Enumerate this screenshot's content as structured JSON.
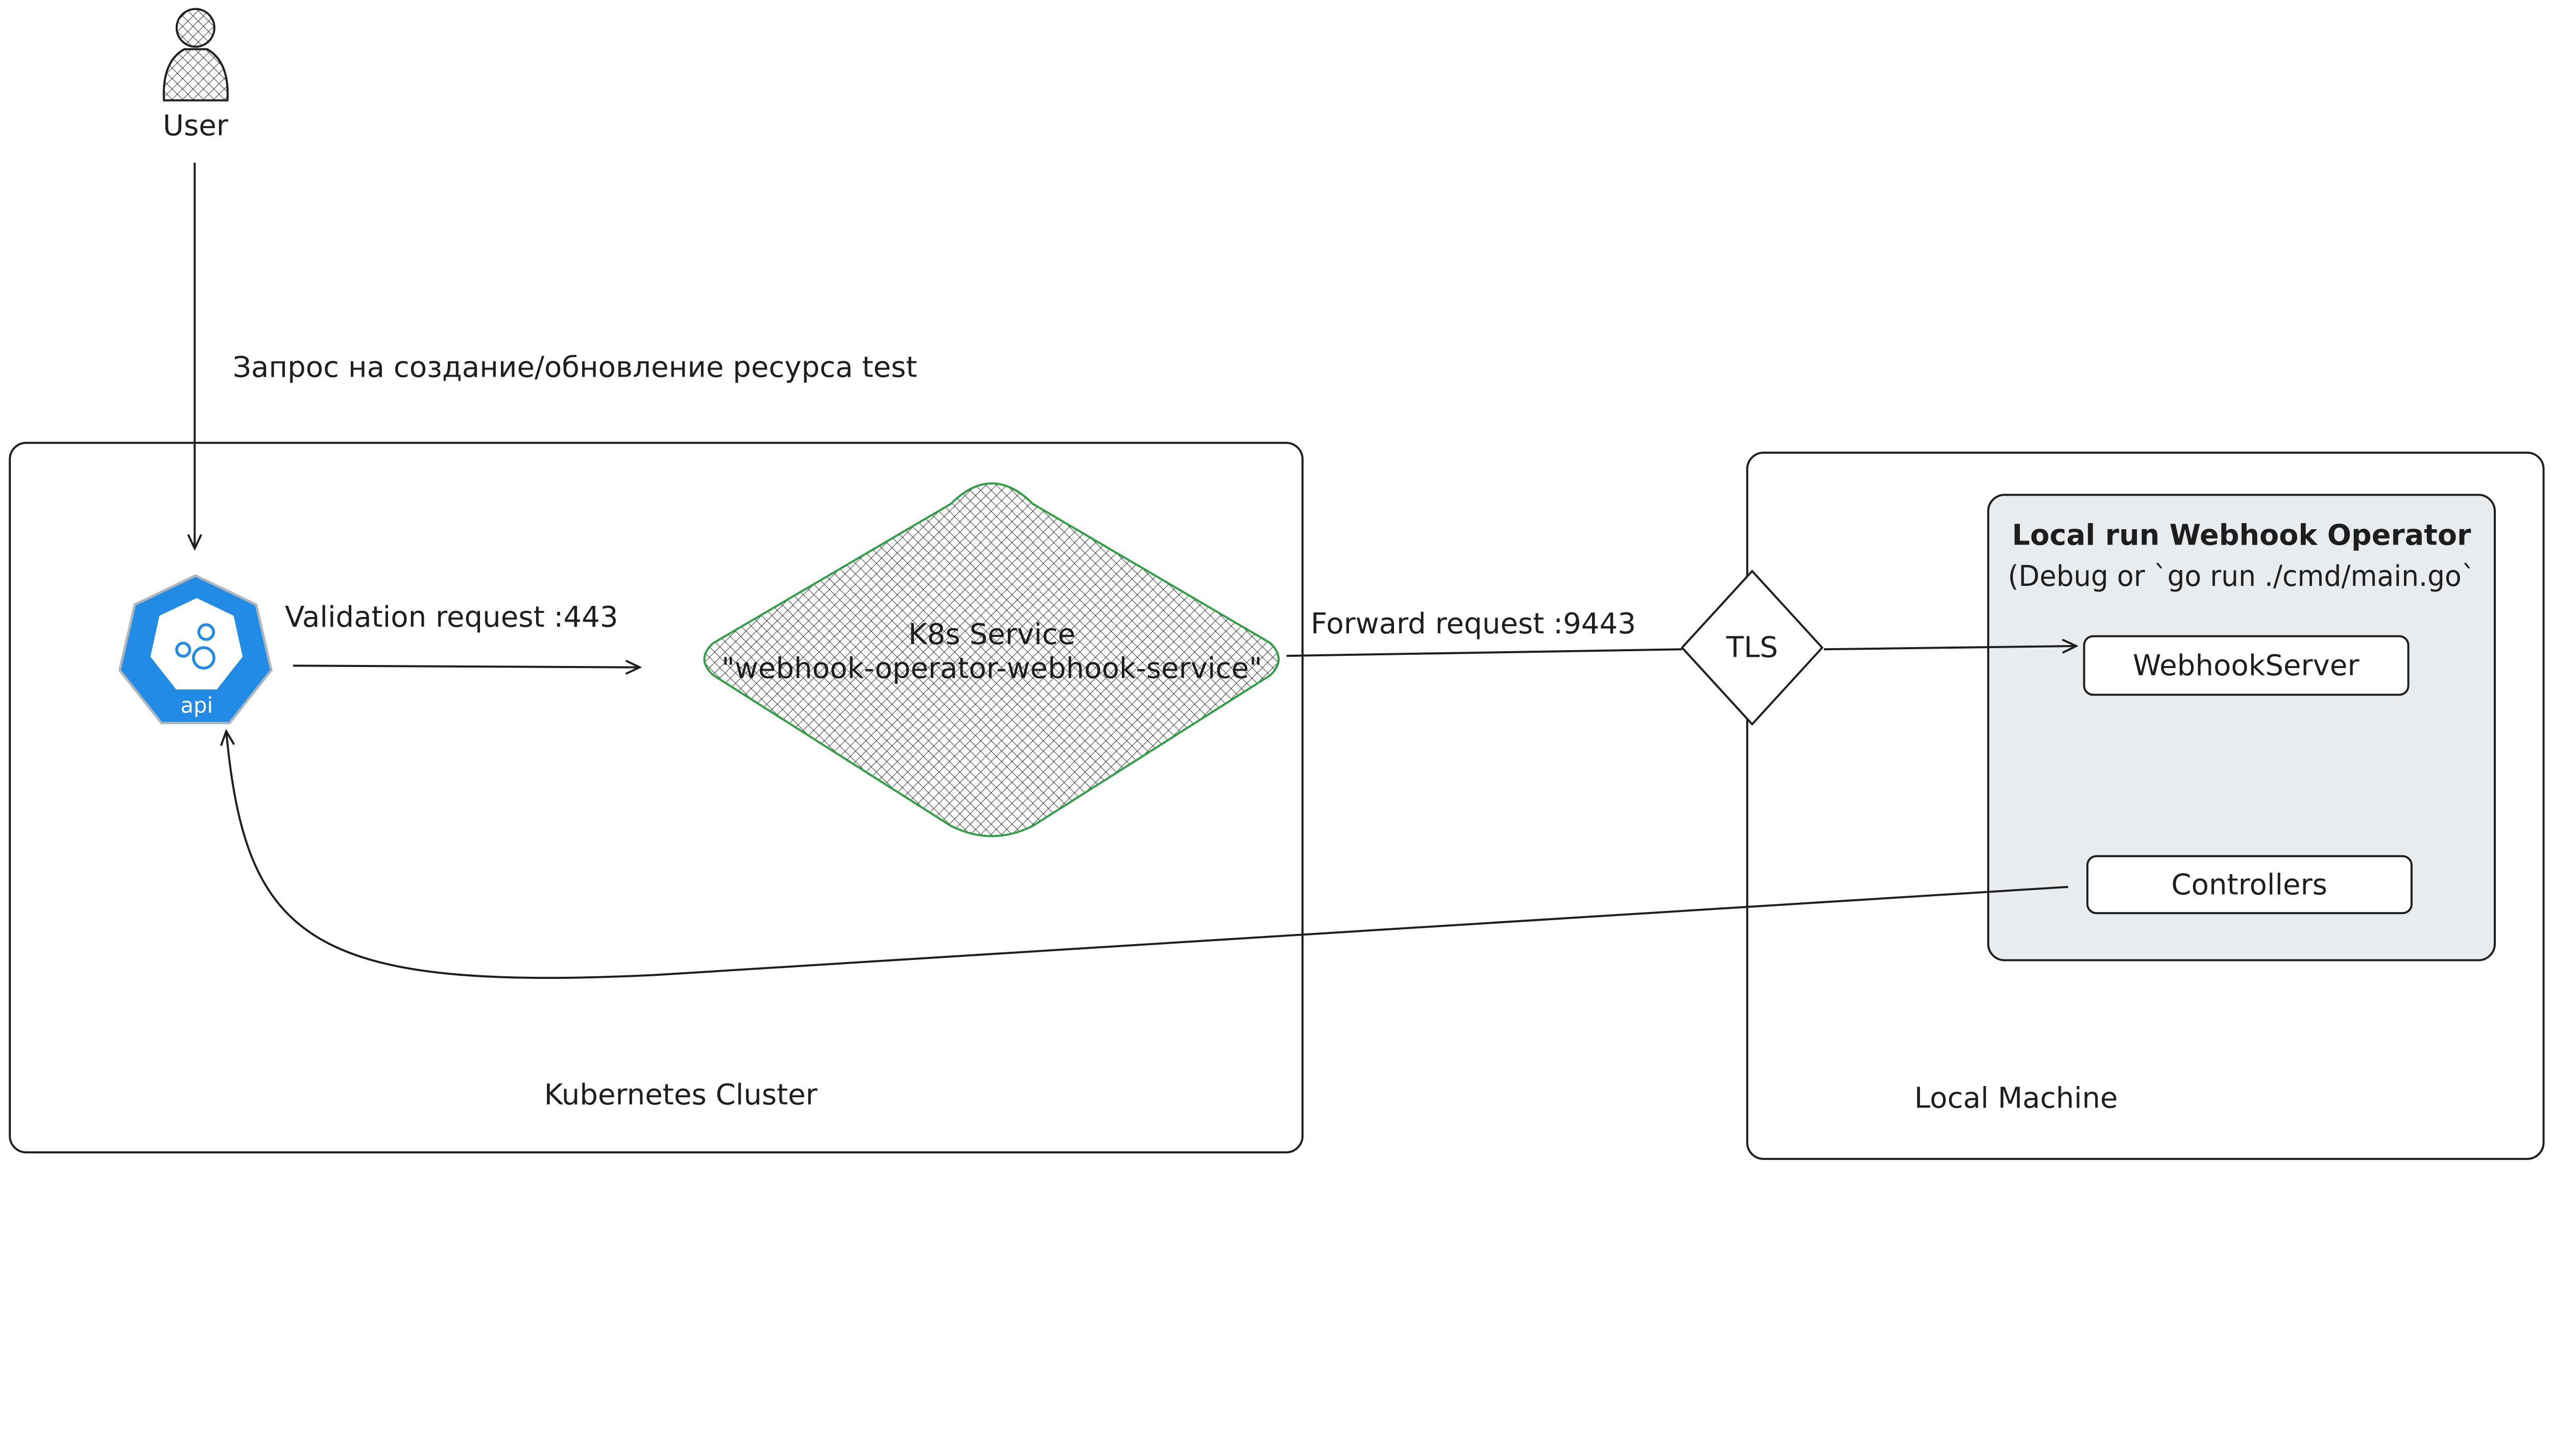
{
  "actor": {
    "label": "User"
  },
  "request_label": "Запрос на создание/обновление ресурса test",
  "kubernetes_cluster": {
    "label": "Kubernetes Cluster",
    "api_icon": {
      "label": "api",
      "color": "#228be6"
    },
    "validation_label": "Validation request :443",
    "service": {
      "line1": "K8s Service",
      "line2": "\"webhook-operator-webhook-service\"",
      "color": "#2f9e44"
    }
  },
  "forward_label": "Forward request :9443",
  "tls": {
    "label": "TLS"
  },
  "local_machine": {
    "label": "Local Machine",
    "operator": {
      "line1": "Local run Webhook Operator",
      "line2": "(Debug or `go run ./cmd/main.go`",
      "fill": "#e9ecef",
      "components": [
        {
          "label": "WebhookServer"
        },
        {
          "label": "Controllers"
        }
      ]
    }
  }
}
